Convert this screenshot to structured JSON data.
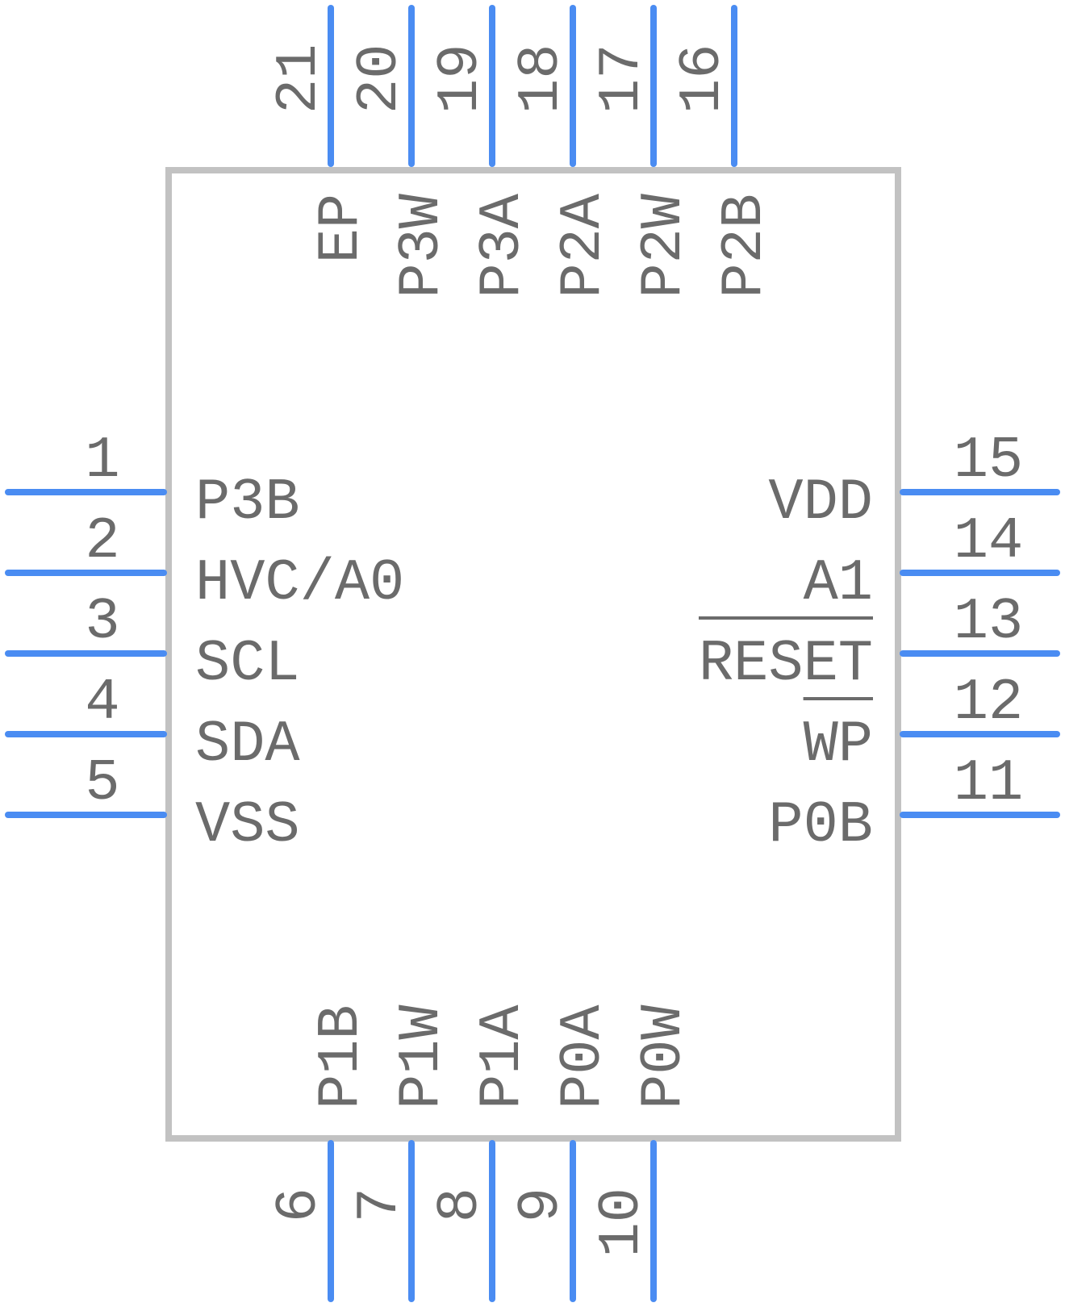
{
  "component": {
    "left_pins": [
      {
        "number": "1",
        "name": "P3B"
      },
      {
        "number": "2",
        "name": "HVC/A0"
      },
      {
        "number": "3",
        "name": "SCL"
      },
      {
        "number": "4",
        "name": "SDA"
      },
      {
        "number": "5",
        "name": "VSS"
      }
    ],
    "right_pins": [
      {
        "number": "15",
        "name": "VDD",
        "overline": false
      },
      {
        "number": "14",
        "name": "A1",
        "overline": false
      },
      {
        "number": "13",
        "name": "RESET",
        "overline": true
      },
      {
        "number": "12",
        "name": "WP",
        "overline": true
      },
      {
        "number": "11",
        "name": "P0B",
        "overline": false
      }
    ],
    "top_pins": [
      {
        "number": "21",
        "name": "EP"
      },
      {
        "number": "20",
        "name": "P3W"
      },
      {
        "number": "19",
        "name": "P3A"
      },
      {
        "number": "18",
        "name": "P2A"
      },
      {
        "number": "17",
        "name": "P2W"
      },
      {
        "number": "16",
        "name": "P2B"
      }
    ],
    "bottom_pins": [
      {
        "number": "6",
        "name": "P1B"
      },
      {
        "number": "7",
        "name": "P1W"
      },
      {
        "number": "8",
        "name": "P1A"
      },
      {
        "number": "9",
        "name": "P0A"
      },
      {
        "number": "10",
        "name": "P0W"
      }
    ]
  },
  "colors": {
    "pin": "#4a8cf2",
    "body": "#c2c2c2",
    "text": "#6b6b6b"
  }
}
